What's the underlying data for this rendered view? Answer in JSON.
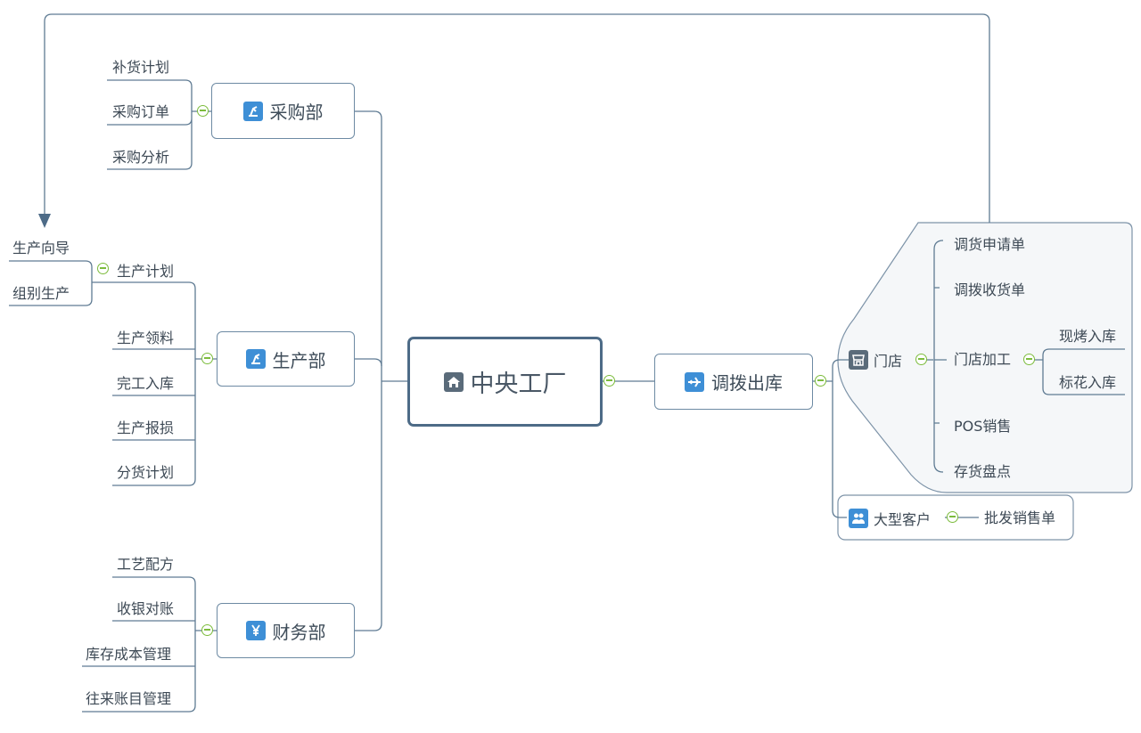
{
  "central": {
    "label": "中央工厂",
    "icon": "home-icon"
  },
  "departments": {
    "purchase": {
      "label": "采购部",
      "icon": "purchase-icon",
      "items": [
        "补货计划",
        "采购订单",
        "采购分析"
      ]
    },
    "production": {
      "label": "生产部",
      "icon": "production-icon",
      "items": [
        "生产计划",
        "生产领料",
        "完工入库",
        "生产报损",
        "分货计划"
      ],
      "plan_children": [
        "生产向导",
        "组别生产"
      ]
    },
    "finance": {
      "label": "财务部",
      "icon": "yen-icon",
      "items": [
        "工艺配方",
        "收银对账",
        "库存成本管理",
        "往来账目管理"
      ]
    }
  },
  "transfer": {
    "label": "调拨出库",
    "icon": "airplane-icon"
  },
  "store": {
    "label": "门店",
    "icon": "shop-icon",
    "items": [
      "调货申请单",
      "调拨收货单",
      "门店加工",
      "POS销售",
      "存货盘点"
    ],
    "processing_children": [
      "现烤入库",
      "标花入库"
    ]
  },
  "big_customer": {
    "label": "大型客户",
    "icon": "customers-icon",
    "items": [
      "批发销售单"
    ]
  },
  "colors": {
    "line": "#5f7b93",
    "collapse": "#7cbc3c",
    "icon": "#3e8fd6",
    "boundary_fill": "#f5f7f9"
  }
}
